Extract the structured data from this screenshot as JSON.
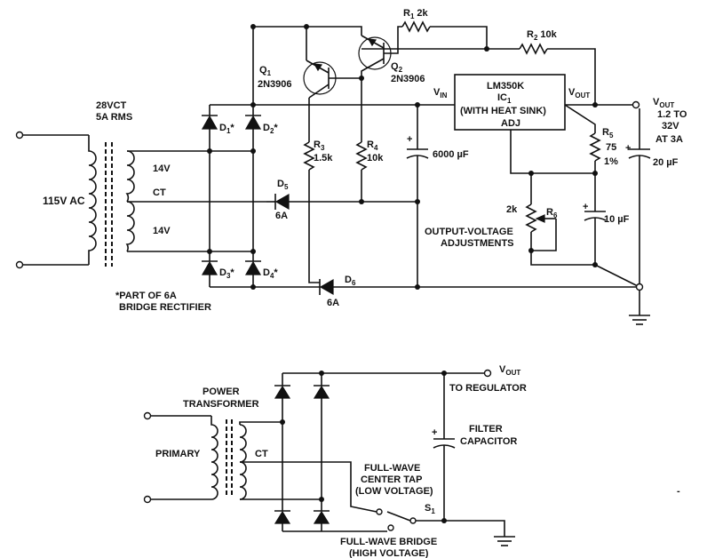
{
  "top": {
    "r1": "R",
    "r1_sub": "1",
    "r1_val": "2k",
    "r2": "R",
    "r2_sub": "2",
    "r2_val": "10k",
    "q1": "Q",
    "q1_sub": "1",
    "q1_type": "2N3906",
    "q2": "Q",
    "q2_sub": "2",
    "q2_type": "2N3906",
    "vin": "V",
    "vin_sub": "IN",
    "ic_line1": "LM350K",
    "ic_line2": "IC",
    "ic_line2_sub": "1",
    "ic_line3": "(WITH HEAT SINK)",
    "ic_adj": "ADJ",
    "ic_vout": "V",
    "ic_vout_sub": "OUT",
    "vout": "V",
    "vout_sub": "OUT",
    "vout_range1": "1.2 TO",
    "vout_range2": "32V",
    "vout_range3": "AT 3A",
    "c_out": "20 µF",
    "r5": "R",
    "r5_sub": "5",
    "r5_val": "75",
    "r5_tol": "1%",
    "r6": "R",
    "r6_sub": "6",
    "r6_val": "2k",
    "c_adj": "10 µF",
    "adj_label1": "OUTPUT-VOLTAGE",
    "adj_label2": "ADJUSTMENTS",
    "r3": "R",
    "r3_sub": "3",
    "r3_val": "1.5k",
    "r4": "R",
    "r4_sub": "4",
    "r4_val": "10k",
    "c_filter": "6000 µF",
    "plus": "+",
    "transformer1": "28VCT",
    "transformer2": "5A RMS",
    "ac_input": "115V AC",
    "winding_top": "14V",
    "winding_ct": "CT",
    "winding_bot": "14V",
    "d1": "D",
    "d1_sub": "1",
    "d1_star": "*",
    "d2": "D",
    "d2_sub": "2",
    "d2_star": "*",
    "d3": "D",
    "d3_sub": "3",
    "d3_star": "*",
    "d4": "D",
    "d4_sub": "4",
    "d4_star": "*",
    "d5": "D",
    "d5_sub": "5",
    "d5_val": "6A",
    "d6": "D",
    "d6_sub": "6",
    "d6_val": "6A",
    "note1": "*PART OF 6A",
    "note2": "BRIDGE RECTIFIER"
  },
  "bottom": {
    "vout": "V",
    "vout_sub": "OUT",
    "to_regulator": "TO REGULATOR",
    "power1": "POWER",
    "power2": "TRANSFORMER",
    "primary": "PRIMARY",
    "ct": "CT",
    "filter1": "FILTER",
    "filter2": "CAPACITOR",
    "fw_ct1": "FULL-WAVE",
    "fw_ct2": "CENTER TAP",
    "fw_ct3": "(LOW VOLTAGE)",
    "s1": "S",
    "s1_sub": "1",
    "fw_br1": "FULL-WAVE BRIDGE",
    "fw_br2": "(HIGH VOLTAGE)",
    "plus": "+"
  },
  "stray_mark": "-"
}
